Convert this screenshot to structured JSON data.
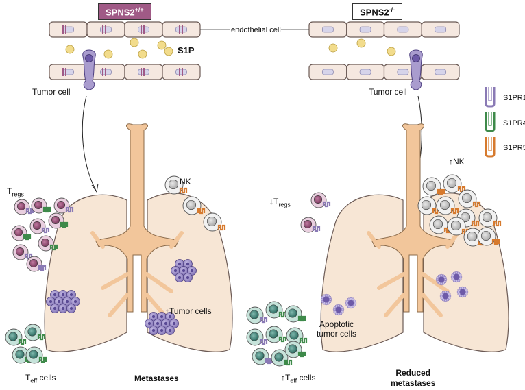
{
  "colors": {
    "endothelium": "#f5e8e0",
    "endothelium_stroke": "#6b5a55",
    "nucleus": "#d6d4ea",
    "junction": "#a05a86",
    "s1p": "#f2dc8c",
    "tumor": "#a99cce",
    "tumor_dark": "#6d5aa8",
    "lung": "#f7e6d5",
    "airway": "#f2c69b",
    "treg_nucleus": "#8c4a6e",
    "treg_fill": "#e9cfdf",
    "teff_fill": "#c6e3da",
    "teff_nucleus": "#3f7f74",
    "nk_fill": "#f1f1f1",
    "nk_nucleus": "#c9c9c9",
    "s1pr1": "#8a7ab5",
    "s1pr4": "#3e8a4a",
    "s1pr5": "#d67a2e"
  },
  "labels": {
    "wt_title_main": "SPNS2",
    "wt_title_sup": "+/+",
    "ko_title_main": "SPNS2",
    "ko_title_sup": "-/-",
    "endothelial": "endothelial cell",
    "s1p": "S1P",
    "tumor_cell_left": "Tumor cell",
    "tumor_cell_right": "Tumor cell",
    "tregs_main": "T",
    "tregs_sub": "regs",
    "teff_main": "T",
    "teff_sub": "eff",
    "teff_rest": " cells",
    "nk_left": "NK",
    "tumor_cells_up": "Tumor cells",
    "metastases": "Metastases",
    "nk_right": "NK",
    "apoptotic": "Apoptotic\ntumor cells",
    "reduced": "Reduced\nmetastases",
    "up_arrow": "↑",
    "down_arrow": "↓"
  },
  "legend": [
    {
      "name": "S1PR1",
      "color_key": "s1pr1"
    },
    {
      "name": "S1PR4",
      "color_key": "s1pr4"
    },
    {
      "name": "S1PR5",
      "color_key": "s1pr5"
    }
  ]
}
